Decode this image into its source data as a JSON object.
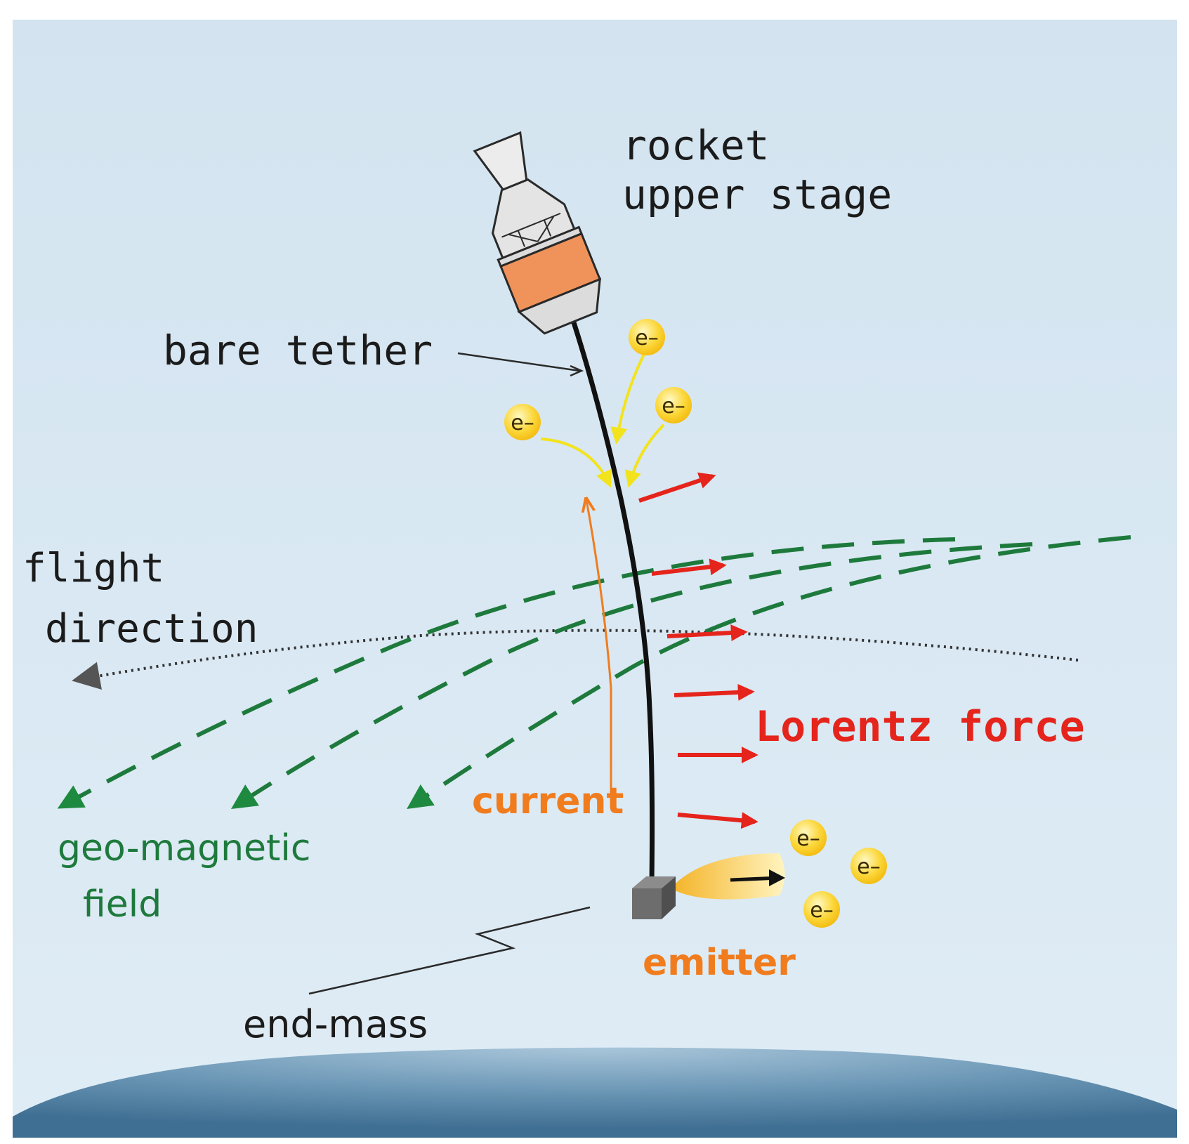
{
  "labels": {
    "rocket": "rocket",
    "upper_stage": "upper stage",
    "bare_tether": "bare tether",
    "flight": "flight",
    "direction": "direction",
    "lorentz_force": "Lorentz force",
    "current": "current",
    "geo_magnetic": "geo-magnetic",
    "field": "field",
    "emitter": "emitter",
    "end_mass": "end-mass",
    "electron": "e–"
  },
  "colors": {
    "sky_top": "#d7e7f2",
    "sky_bottom": "#dbe9f3",
    "earth": "#5f8fae",
    "tether": "#111111",
    "field_lines": "#1e7a3c",
    "lorentz_arrows": "#e5241c",
    "current_arrow": "#f07c1e",
    "electron_flow": "#f6e21a",
    "electron_fill": "#f9c81a",
    "rocket_band": "#f0935a",
    "flight_path": "#333333"
  }
}
